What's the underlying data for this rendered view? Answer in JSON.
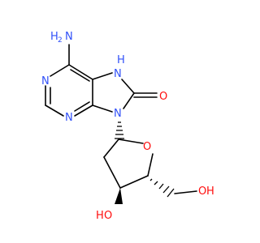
{
  "molecule": {
    "atoms": {
      "nh2_n": "N",
      "nh2_h": "H",
      "nh2_sub": "2",
      "n7": "N",
      "n7_h": "H",
      "n1": "N",
      "n3": "N",
      "n9": "N",
      "o8": "O",
      "o_ring": "O",
      "o5_h": "H",
      "o5": "O",
      "o3_h": "H",
      "o3": "O"
    },
    "colors": {
      "bond": "#000000",
      "nitrogen": "#3050F8",
      "oxygen": "#FF0D0D"
    }
  }
}
